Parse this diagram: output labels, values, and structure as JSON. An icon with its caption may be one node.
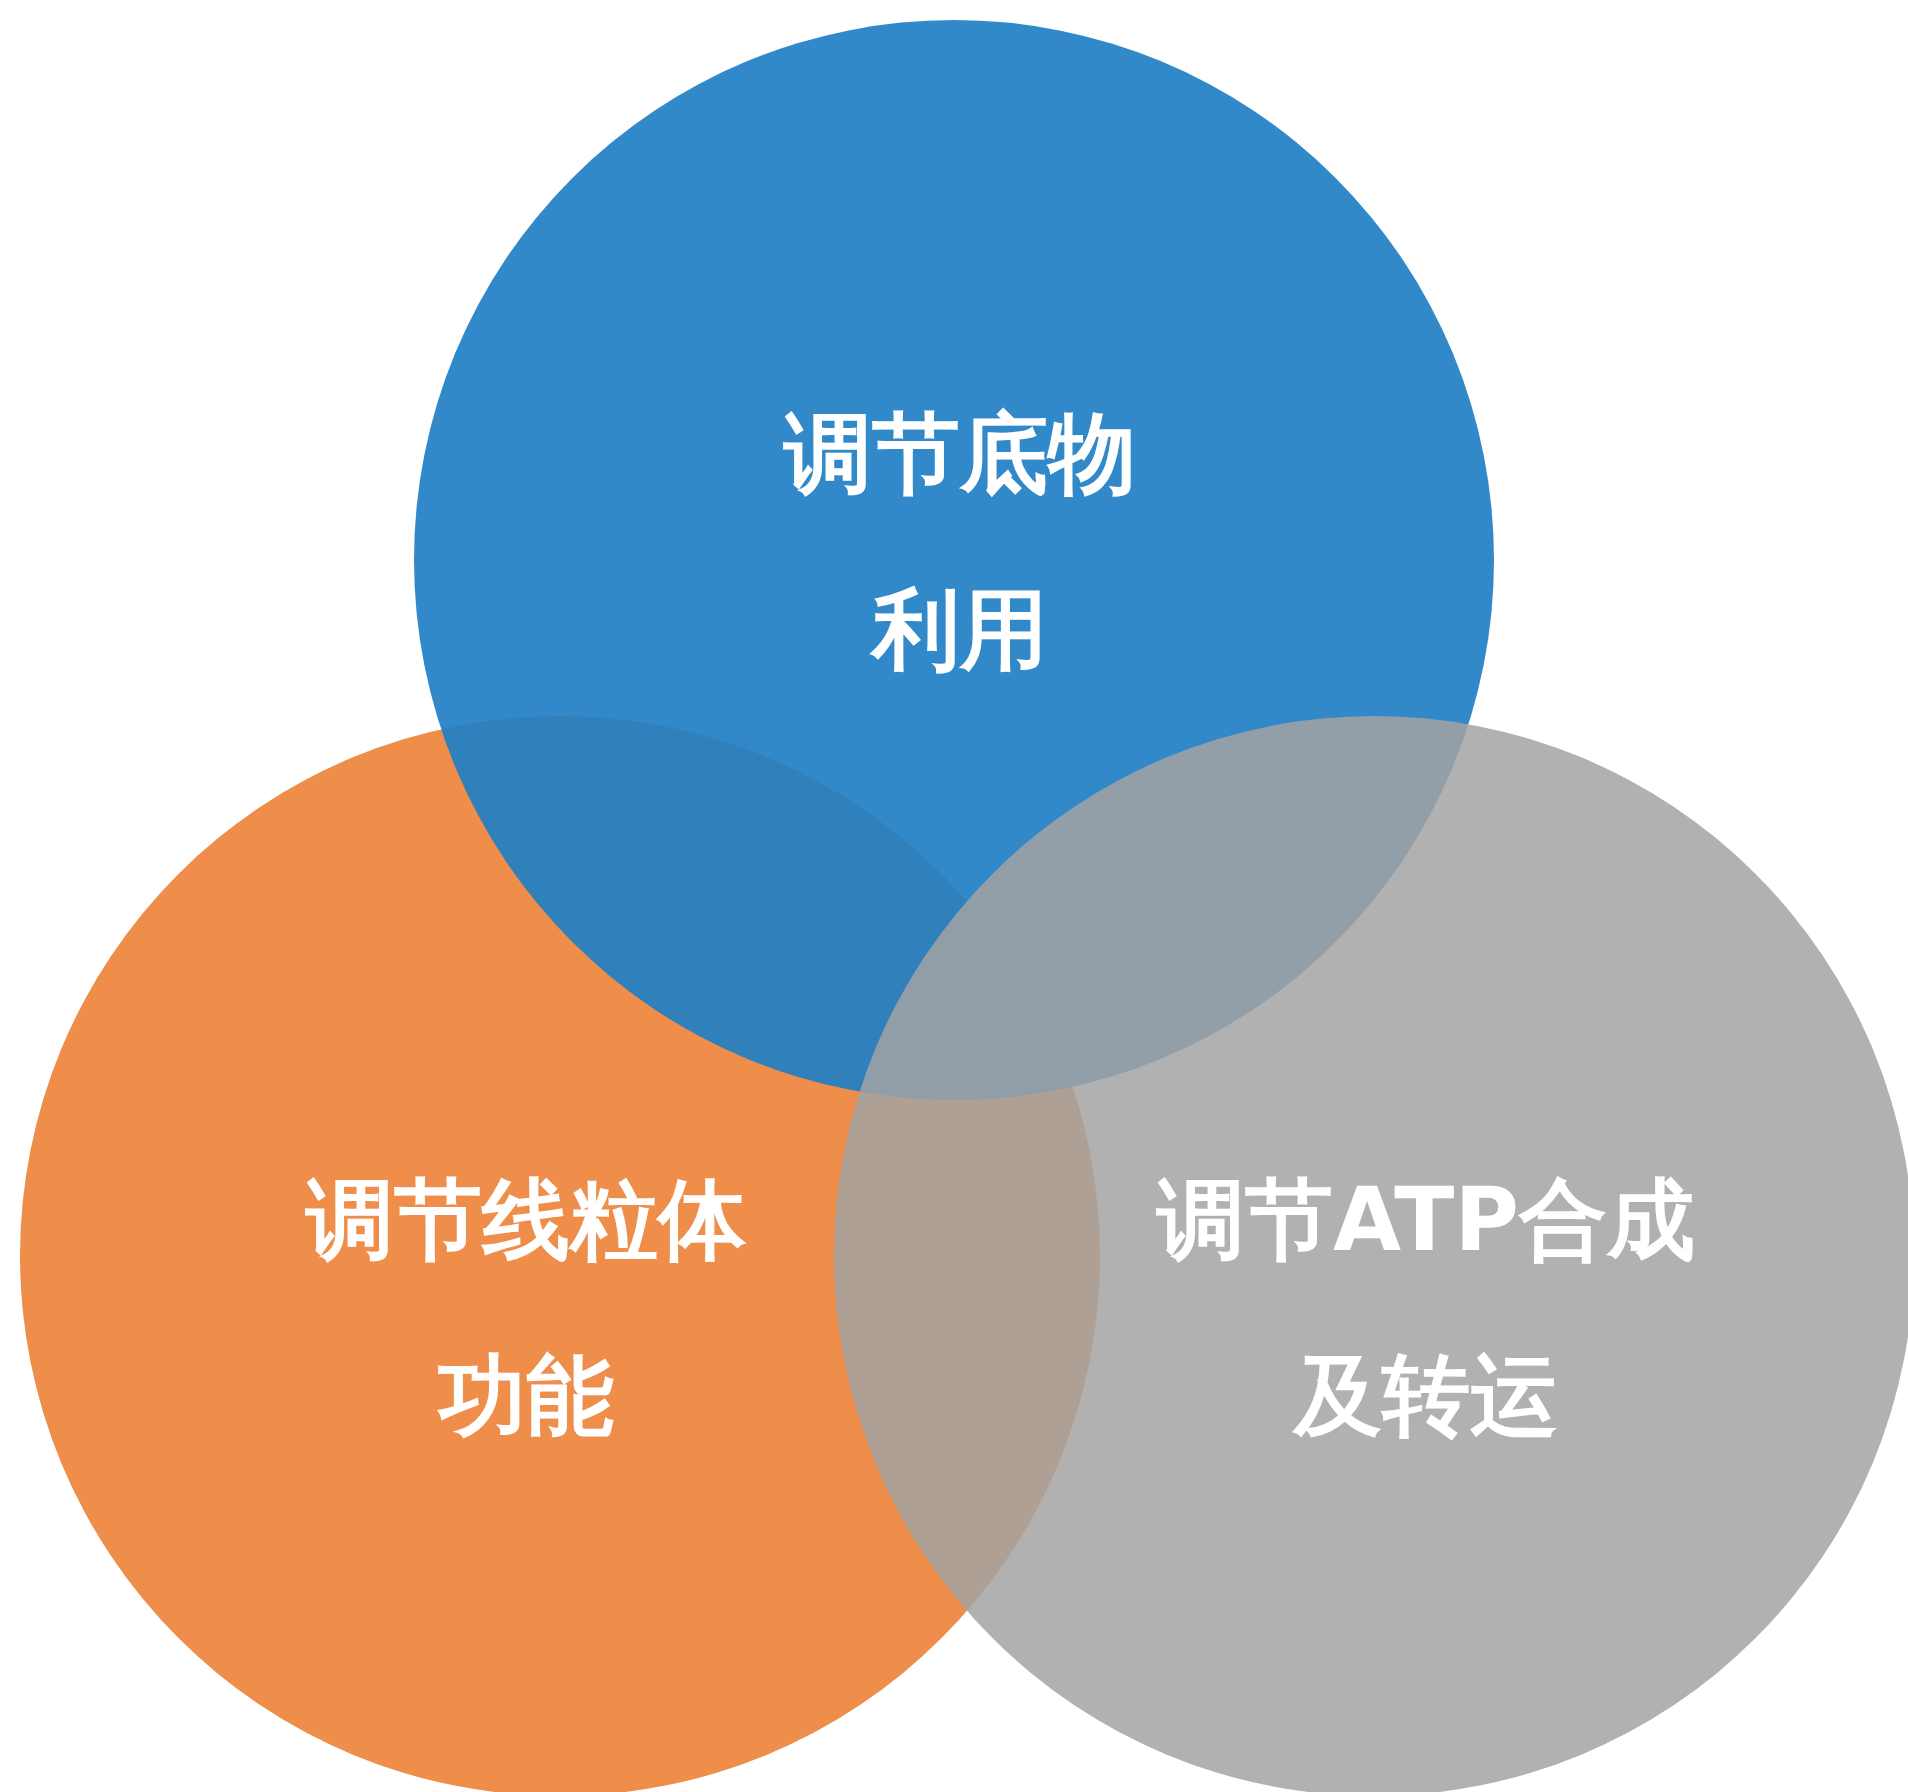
{
  "diagram": {
    "nodes": [
      {
        "text": [
          "调节底物利用"
        ]
      },
      {
        "text": [
          "调节线粒体功能"
        ]
      },
      {
        "text": [
          "调节ATP合成及转运"
        ]
      }
    ]
  }
}
